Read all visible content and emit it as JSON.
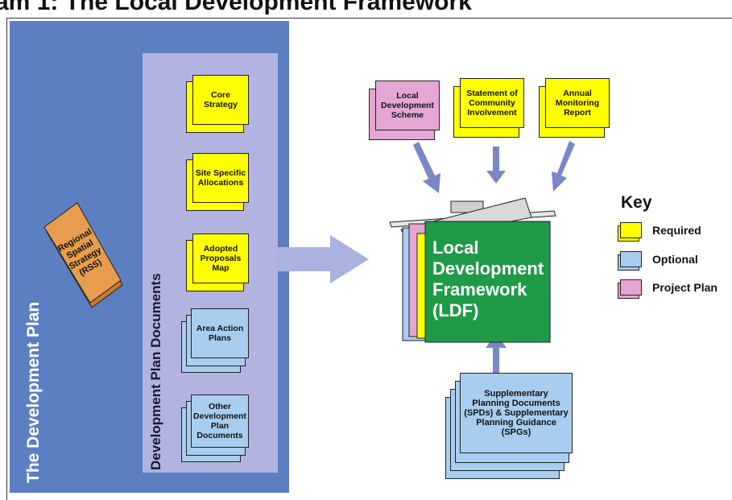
{
  "title": "am 1: The Local Development Framework",
  "development_plan": {
    "outer_label": "The Development Plan",
    "inner_label": "Development Plan Documents",
    "rss": "Regional\nSpatial\nStrategy\n(RSS)",
    "documents": [
      {
        "label": "Core\nStrategy",
        "type": "yellow"
      },
      {
        "label": "Site Specific\nAllocations",
        "type": "yellow"
      },
      {
        "label": "Adopted\nProposals\nMap",
        "type": "yellow"
      },
      {
        "label": "Area Action\nPlans",
        "type": "blue"
      },
      {
        "label": "Other\nDevelopment\nPlan\nDocuments",
        "type": "blue"
      }
    ]
  },
  "top_documents": [
    {
      "label": "Local\nDevelopment\nScheme",
      "type": "pink"
    },
    {
      "label": "Statement of\nCommunity\nInvolvement",
      "type": "yellow"
    },
    {
      "label": "Annual\nMonitoring\nReport",
      "type": "yellow"
    }
  ],
  "ldf": "Local\nDevelopment\nFramework\n(LDF)",
  "bottom_document": "Supplementary\nPlanning Documents\n(SPDs) & Supplementary\nPlanning Guidance\n(SPGs)",
  "key": {
    "title": "Key",
    "items": [
      {
        "label": "Required",
        "color": "#ffff00"
      },
      {
        "label": "Optional",
        "color": "#a9cdef"
      },
      {
        "label": "Project Plan",
        "color": "#e5a6d3"
      }
    ]
  },
  "colors": {
    "required": "#ffff00",
    "optional": "#a9cdef",
    "project_plan": "#e5a6d3",
    "panel_outer": "#5b7fc0",
    "panel_inner": "#b2b3e0",
    "ldf_green": "#1f9a47",
    "arrow": "#7b86c4"
  }
}
